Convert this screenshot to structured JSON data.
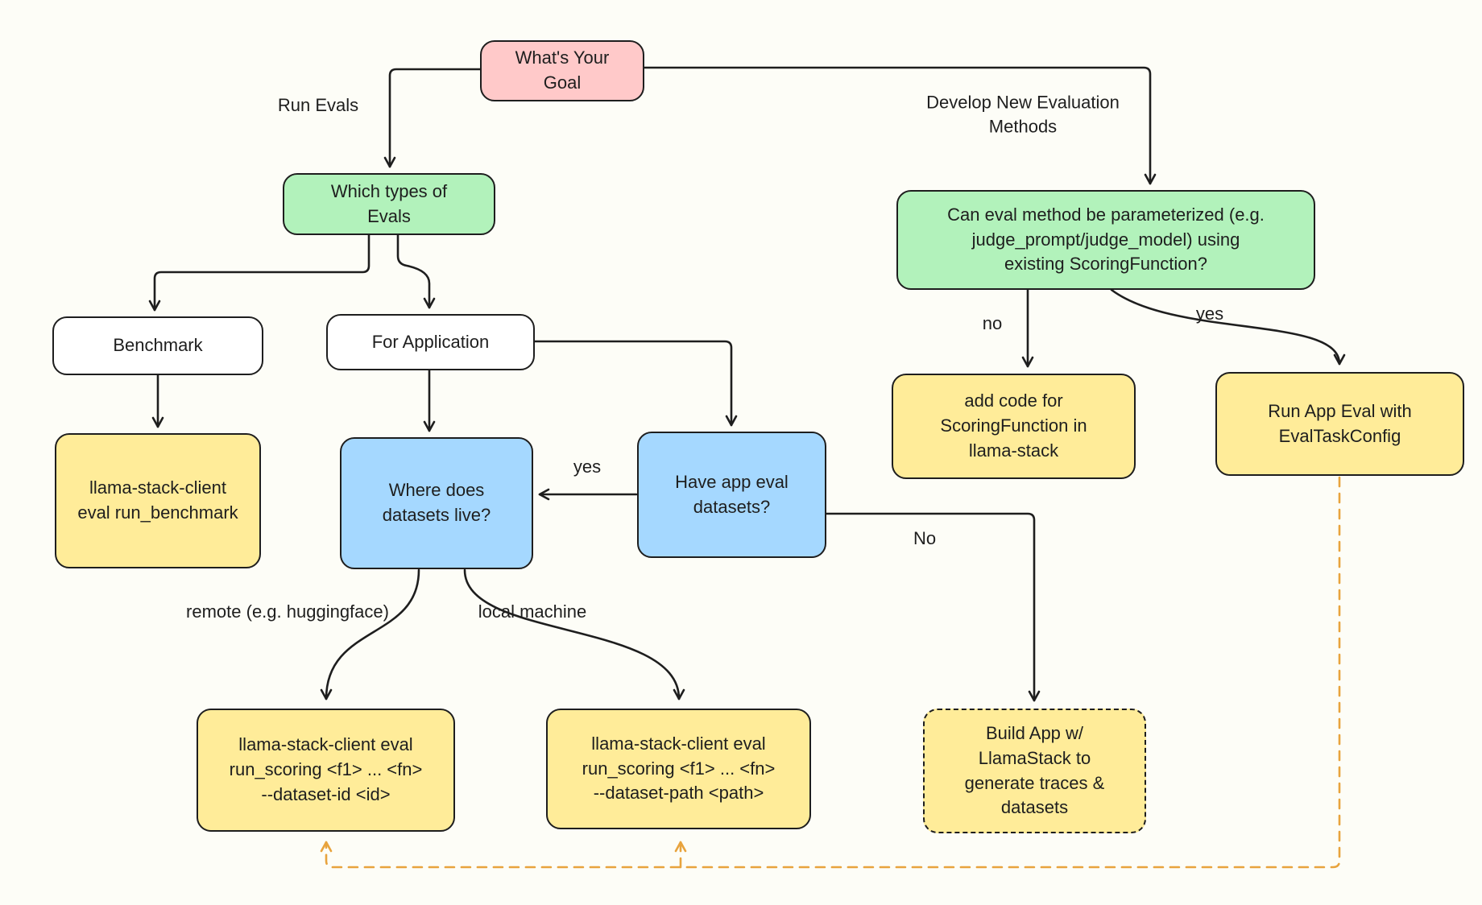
{
  "diagram": {
    "colors": {
      "background": "#fdfdf7",
      "stroke": "#1e1e1e",
      "node_pink": "#ffc9c9",
      "node_green": "#b2f2bb",
      "node_blue": "#a5d8ff",
      "node_yellow": "#ffec99",
      "node_white": "#ffffff",
      "feedback_arrow_orange": "#e8a33d"
    },
    "nodes": {
      "goal": {
        "label": "What's Your\nGoal"
      },
      "which_types": {
        "label": "Which types of\nEvals"
      },
      "param_question": {
        "label": "Can eval method be parameterized (e.g.\njudge_prompt/judge_model) using\nexisting ScoringFunction?"
      },
      "benchmark": {
        "label": "Benchmark"
      },
      "for_application": {
        "label": "For Application"
      },
      "run_benchmark": {
        "label": "llama-stack-client\neval run_benchmark"
      },
      "where_datasets": {
        "label": "Where does\ndatasets live?"
      },
      "have_datasets": {
        "label": "Have app eval\ndatasets?"
      },
      "add_code": {
        "label": "add code for\nScoringFunction in\nllama-stack"
      },
      "run_app_eval": {
        "label": "Run App Eval with\nEvalTaskConfig"
      },
      "run_scoring_id": {
        "label": "llama-stack-client eval\nrun_scoring <f1> ... <fn>\n--dataset-id <id>"
      },
      "run_scoring_path": {
        "label": "llama-stack-client eval\nrun_scoring <f1> ... <fn>\n--dataset-path <path>"
      },
      "build_app": {
        "label": "Build App w/\nLlamaStack to\ngenerate traces &\ndatasets"
      }
    },
    "edge_labels": {
      "run_evals": "Run Evals",
      "develop_new": "Develop New Evaluation\nMethods",
      "no_param": "no",
      "yes_param": "yes",
      "yes_have_datasets": "yes",
      "no_have_datasets": "No",
      "remote": "remote (e.g. huggingface)",
      "local": "local machine"
    }
  }
}
